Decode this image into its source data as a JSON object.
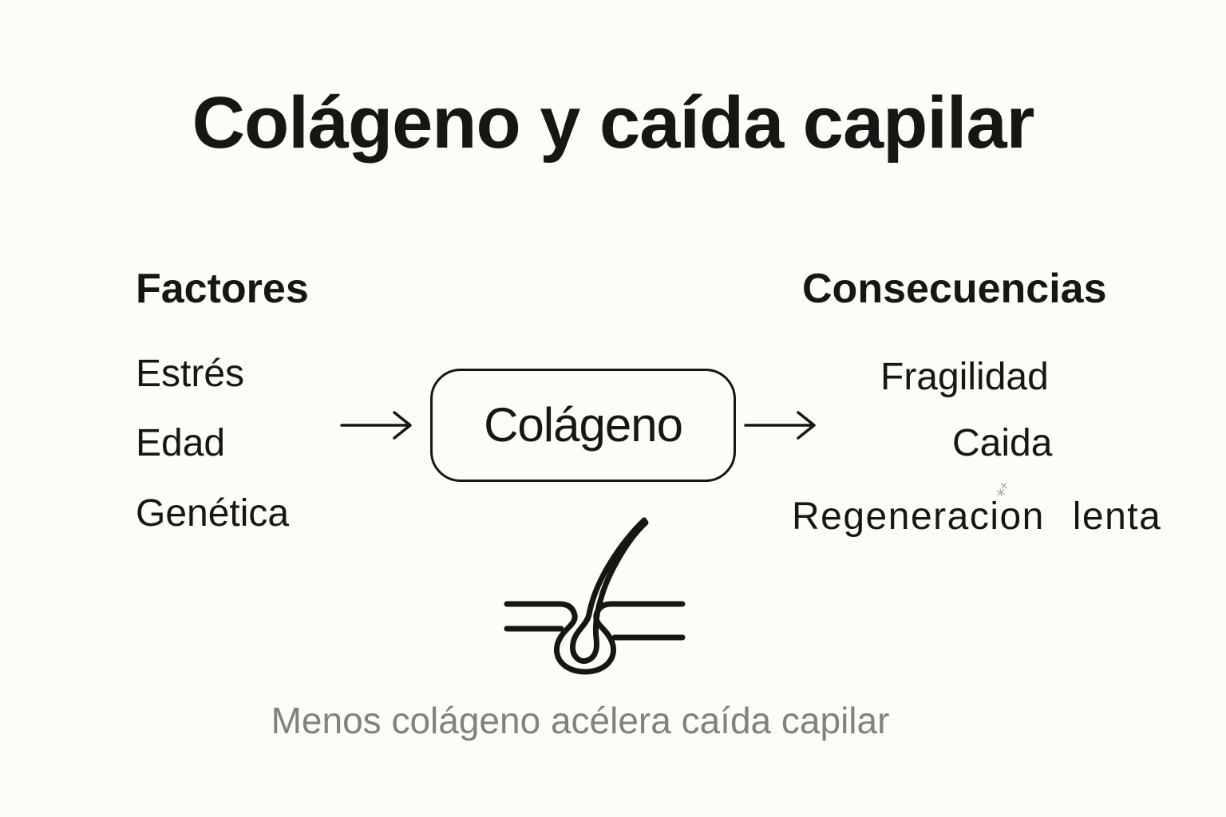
{
  "title": "Colágeno y caída capilar",
  "factors": {
    "header": "Factores",
    "items": [
      "Estrés",
      "Edad",
      "Genética"
    ]
  },
  "consequences": {
    "header": "Consecuencias",
    "items": [
      "Fragilidad",
      "Caida",
      "Regeneracion lenta"
    ],
    "accent_smudge": "⁎˟"
  },
  "center_box": {
    "label": "Colágeno"
  },
  "caption": "Menos colágeno acélera caída capilar",
  "icons": {
    "left_arrow": "arrow-right-icon",
    "right_arrow": "arrow-right-icon",
    "illustration": "hair-follicle-icon"
  },
  "colors": {
    "background": "#FDFCF6",
    "text": "#171614",
    "caption": "#82817C",
    "stroke": "#171614",
    "smudge": "#A9A79E"
  }
}
